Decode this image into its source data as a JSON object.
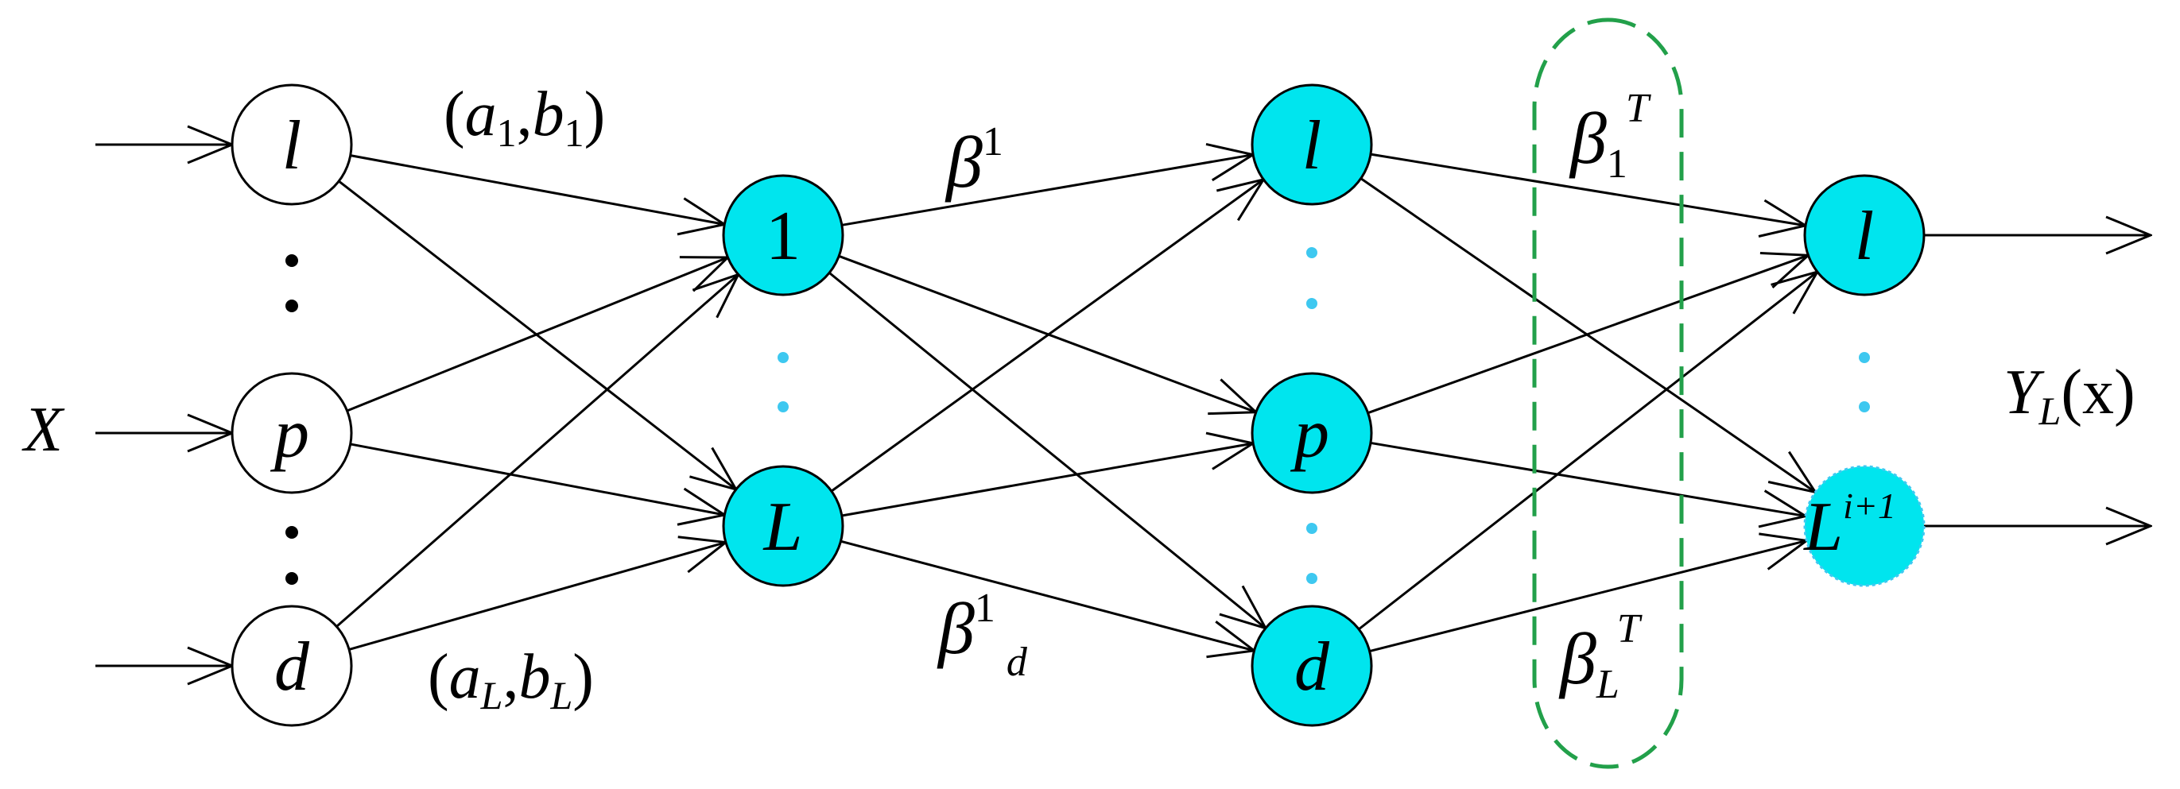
{
  "colors": {
    "node_fill": "#00E5EE",
    "input_fill": "#ffffff",
    "stroke": "#000000",
    "group_dash": "#22A04A",
    "dot_cyan": "#3EC8F0",
    "dot_black": "#000000"
  },
  "input": {
    "label": "X",
    "nodes": [
      "l",
      "p",
      "d"
    ]
  },
  "hidden1": {
    "nodes": [
      "1",
      "L"
    ]
  },
  "hidden2": {
    "nodes": [
      "l",
      "p",
      "d"
    ]
  },
  "output": {
    "node_top": "l",
    "node_bottom_base": "L",
    "node_bottom_sup": "i+1",
    "label_base": "Y",
    "label_sub": "L",
    "label_arg": "(x)"
  },
  "weights": {
    "a1": {
      "open": "(",
      "a": "a",
      "a_sub": "1",
      "comma": ",",
      "b": "b",
      "b_sub": "1",
      "close": ")"
    },
    "aL": {
      "open": "(",
      "a": "a",
      "a_sub": "L",
      "comma": ",",
      "b": "b",
      "b_sub": "L",
      "close": ")"
    },
    "beta1": {
      "base": "β",
      "sup": "1"
    },
    "beta1d": {
      "base": "β",
      "sup": "1",
      "sub": "d"
    },
    "beta1T": {
      "base": "β",
      "sub": "1",
      "sup": "T"
    },
    "betaLT": {
      "base": "β",
      "sub": "L",
      "sup": "T"
    }
  }
}
